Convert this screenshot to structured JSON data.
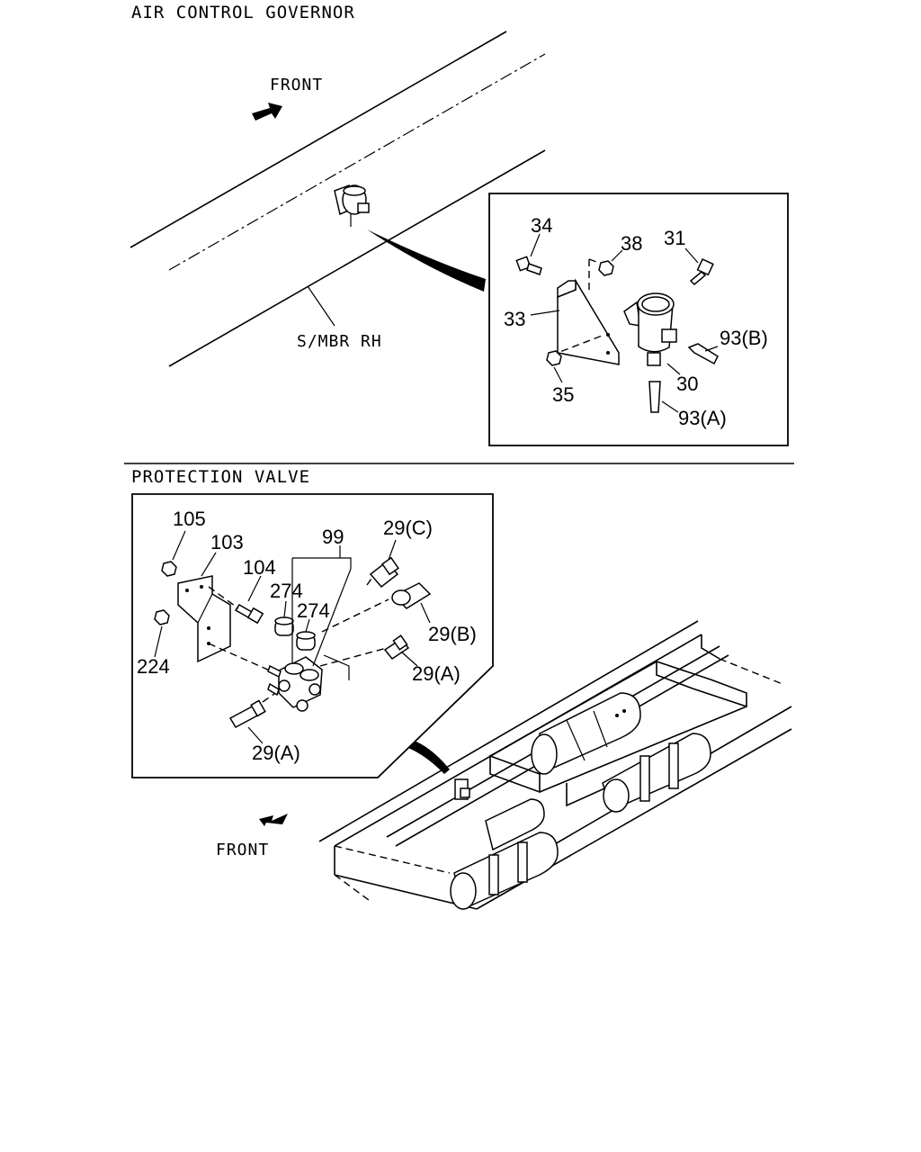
{
  "sections": {
    "governor": {
      "heading": "AIR CONTROL GOVERNOR",
      "front_label": "FRONT",
      "member_label": "S/MBR RH",
      "callouts": [
        "34",
        "38",
        "31",
        "33",
        "93(B)",
        "30",
        "35",
        "93(A)"
      ]
    },
    "protection": {
      "heading": "PROTECTION VALVE",
      "front_label": "FRONT",
      "callouts": [
        "105",
        "103",
        "99",
        "29(C)",
        "104",
        "274",
        "274",
        "29(B)",
        "224",
        "29(A)",
        "29(A)"
      ]
    }
  }
}
